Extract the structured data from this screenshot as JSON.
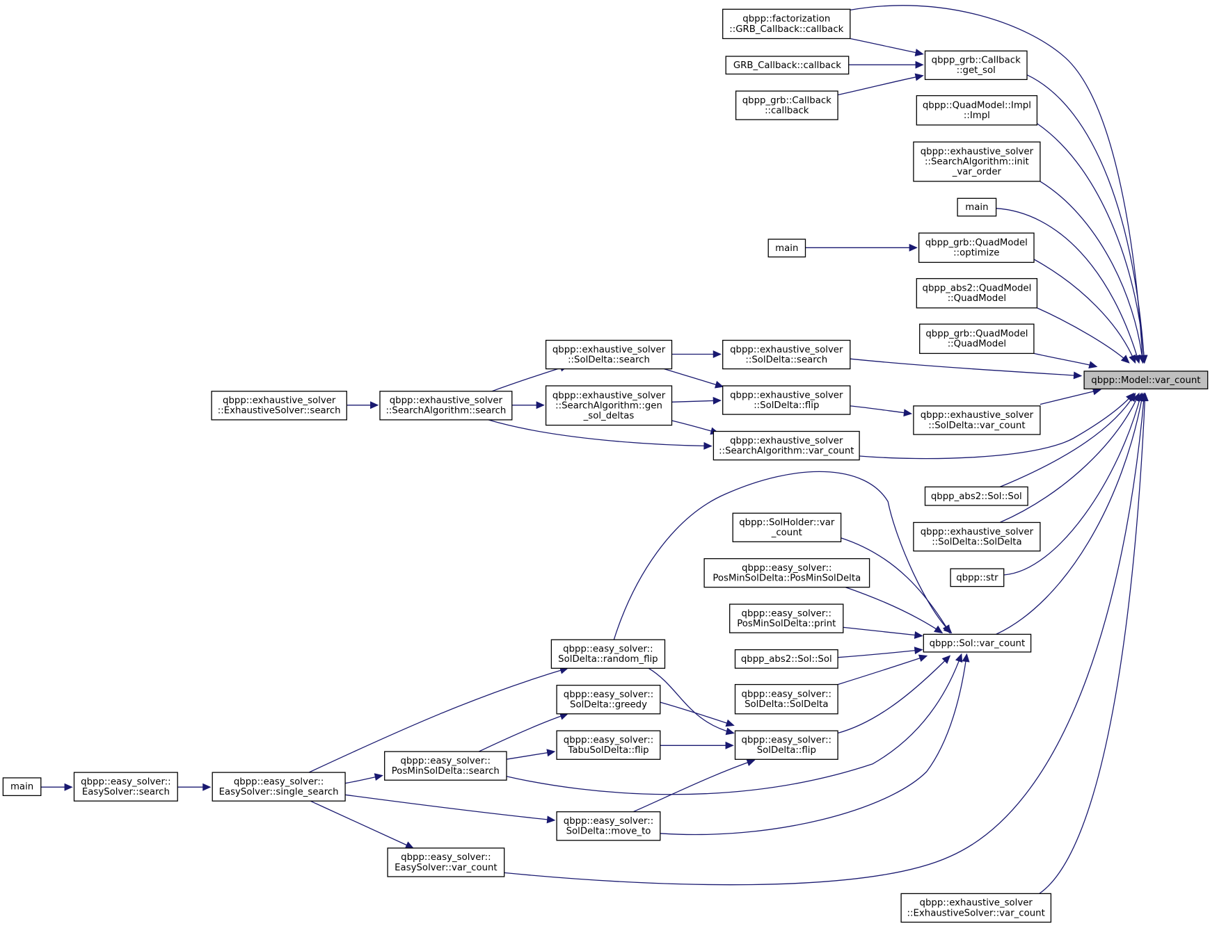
{
  "graph": {
    "nodes": [
      {
        "id": "n0",
        "lines": [
          "qbpp::Model::var_count"
        ],
        "highlight": true
      },
      {
        "id": "n1",
        "lines": [
          "qbpp::factorization",
          "::GRB_Callback::callback"
        ]
      },
      {
        "id": "n2",
        "lines": [
          "qbpp_grb::Callback",
          "::get_sol"
        ]
      },
      {
        "id": "n3",
        "lines": [
          "GRB_Callback::callback"
        ]
      },
      {
        "id": "n4",
        "lines": [
          "qbpp_grb::Callback",
          "::callback"
        ]
      },
      {
        "id": "n5",
        "lines": [
          "qbpp::QuadModel::Impl",
          "::Impl"
        ]
      },
      {
        "id": "n6",
        "lines": [
          "qbpp::exhaustive_solver",
          "::SearchAlgorithm::init",
          "_var_order"
        ]
      },
      {
        "id": "n7",
        "lines": [
          "main"
        ]
      },
      {
        "id": "n8",
        "lines": [
          "qbpp_grb::QuadModel",
          "::optimize"
        ]
      },
      {
        "id": "n9",
        "lines": [
          "main"
        ]
      },
      {
        "id": "n10",
        "lines": [
          "qbpp_abs2::QuadModel",
          "::QuadModel"
        ]
      },
      {
        "id": "n11",
        "lines": [
          "qbpp_grb::QuadModel",
          "::QuadModel"
        ]
      },
      {
        "id": "n12",
        "lines": [
          "qbpp::exhaustive_solver",
          "::SolDelta::search"
        ]
      },
      {
        "id": "n13",
        "lines": [
          "qbpp::exhaustive_solver",
          "::SolDelta::search"
        ]
      },
      {
        "id": "n14",
        "lines": [
          "qbpp::exhaustive_solver",
          "::SolDelta::flip"
        ]
      },
      {
        "id": "n15",
        "lines": [
          "qbpp::exhaustive_solver",
          "::SearchAlgorithm::gen",
          "_sol_deltas"
        ]
      },
      {
        "id": "n16",
        "lines": [
          "qbpp::exhaustive_solver",
          "::SearchAlgorithm::search"
        ]
      },
      {
        "id": "n17",
        "lines": [
          "qbpp::exhaustive_solver",
          "::ExhaustiveSolver::search"
        ]
      },
      {
        "id": "n18",
        "lines": [
          "qbpp::exhaustive_solver",
          "::SolDelta::var_count"
        ]
      },
      {
        "id": "n19",
        "lines": [
          "qbpp::exhaustive_solver",
          "::SearchAlgorithm::var_count"
        ]
      },
      {
        "id": "n20",
        "lines": [
          "qbpp_abs2::Sol::Sol"
        ]
      },
      {
        "id": "n21",
        "lines": [
          "qbpp::exhaustive_solver",
          "::SolDelta::SolDelta"
        ]
      },
      {
        "id": "n22",
        "lines": [
          "qbpp::str"
        ]
      },
      {
        "id": "n23",
        "lines": [
          "qbpp::Sol::var_count"
        ]
      },
      {
        "id": "n24",
        "lines": [
          "qbpp::SolHolder::var",
          "_count"
        ]
      },
      {
        "id": "n25",
        "lines": [
          "qbpp::easy_solver::",
          "PosMinSolDelta::PosMinSolDelta"
        ]
      },
      {
        "id": "n26",
        "lines": [
          "qbpp::easy_solver::",
          "PosMinSolDelta::print"
        ]
      },
      {
        "id": "n27",
        "lines": [
          "qbpp_abs2::Sol::Sol"
        ]
      },
      {
        "id": "n28",
        "lines": [
          "qbpp::easy_solver::",
          "SolDelta::SolDelta"
        ]
      },
      {
        "id": "n29",
        "lines": [
          "qbpp::easy_solver::",
          "SolDelta::flip"
        ]
      },
      {
        "id": "n30",
        "lines": [
          "qbpp::easy_solver::",
          "SolDelta::random_flip"
        ]
      },
      {
        "id": "n31",
        "lines": [
          "qbpp::easy_solver::",
          "SolDelta::greedy"
        ]
      },
      {
        "id": "n32",
        "lines": [
          "qbpp::easy_solver::",
          "TabuSolDelta::flip"
        ]
      },
      {
        "id": "n33",
        "lines": [
          "qbpp::easy_solver::",
          "PosMinSolDelta::search"
        ]
      },
      {
        "id": "n34",
        "lines": [
          "qbpp::easy_solver::",
          "EasySolver::single_search"
        ]
      },
      {
        "id": "n35",
        "lines": [
          "qbpp::easy_solver::",
          "EasySolver::search"
        ]
      },
      {
        "id": "n36",
        "lines": [
          "main"
        ]
      },
      {
        "id": "n37",
        "lines": [
          "qbpp::easy_solver::",
          "SolDelta::move_to"
        ]
      },
      {
        "id": "n38",
        "lines": [
          "qbpp::easy_solver::",
          "EasySolver::var_count"
        ]
      },
      {
        "id": "n39",
        "lines": [
          "qbpp::exhaustive_solver",
          "::ExhaustiveSolver::var_count"
        ]
      }
    ],
    "edges": [
      [
        "n1",
        "n0"
      ],
      [
        "n2",
        "n0"
      ],
      [
        "n5",
        "n0"
      ],
      [
        "n6",
        "n0"
      ],
      [
        "n7",
        "n0"
      ],
      [
        "n8",
        "n0"
      ],
      [
        "n10",
        "n0"
      ],
      [
        "n11",
        "n0"
      ],
      [
        "n12",
        "n0"
      ],
      [
        "n18",
        "n0"
      ],
      [
        "n19",
        "n0"
      ],
      [
        "n20",
        "n0"
      ],
      [
        "n21",
        "n0"
      ],
      [
        "n22",
        "n0"
      ],
      [
        "n23",
        "n0"
      ],
      [
        "n38",
        "n0"
      ],
      [
        "n39",
        "n0"
      ],
      [
        "n1",
        "n2"
      ],
      [
        "n3",
        "n2"
      ],
      [
        "n4",
        "n2"
      ],
      [
        "n9",
        "n8"
      ],
      [
        "n13",
        "n12"
      ],
      [
        "n13",
        "n14"
      ],
      [
        "n15",
        "n14"
      ],
      [
        "n15",
        "n19"
      ],
      [
        "n16",
        "n13"
      ],
      [
        "n16",
        "n15"
      ],
      [
        "n16",
        "n19"
      ],
      [
        "n17",
        "n16"
      ],
      [
        "n14",
        "n18"
      ],
      [
        "n24",
        "n23"
      ],
      [
        "n25",
        "n23"
      ],
      [
        "n26",
        "n23"
      ],
      [
        "n27",
        "n23"
      ],
      [
        "n28",
        "n23"
      ],
      [
        "n29",
        "n23"
      ],
      [
        "n30",
        "n23"
      ],
      [
        "n33",
        "n23"
      ],
      [
        "n37",
        "n23"
      ],
      [
        "n30",
        "n29"
      ],
      [
        "n31",
        "n29"
      ],
      [
        "n32",
        "n29"
      ],
      [
        "n37",
        "n29"
      ],
      [
        "n33",
        "n31"
      ],
      [
        "n33",
        "n32"
      ],
      [
        "n34",
        "n30"
      ],
      [
        "n34",
        "n33"
      ],
      [
        "n34",
        "n37"
      ],
      [
        "n34",
        "n38"
      ],
      [
        "n35",
        "n34"
      ],
      [
        "n36",
        "n35"
      ]
    ],
    "colors": {
      "edge": "#191970",
      "node_border": "#000000",
      "node_fill": "#ffffff",
      "highlight_fill": "#bfbfbf"
    }
  }
}
